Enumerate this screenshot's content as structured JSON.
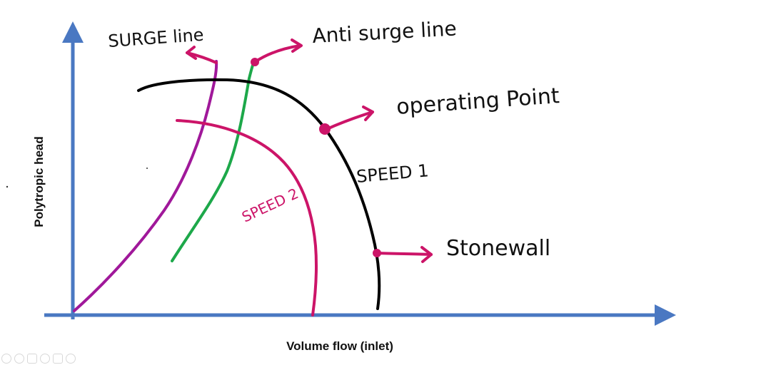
{
  "axes": {
    "y_label": "Polytropic head",
    "x_label": "Volume flow (inlet)"
  },
  "annotations": {
    "surge_line": "SURGE line",
    "anti_surge_line": "Anti surge line",
    "operating_point": "operating Point",
    "speed_1": "SPEED 1",
    "speed_2": "SPEED 2",
    "stonewall": "Stonewall"
  },
  "colors": {
    "axis": "#4a78c2",
    "surge_line": "#a0189a",
    "anti_surge_line": "#1da84a",
    "speed_1": "#000000",
    "speed_2": "#cc1468",
    "arrows": "#cc1468",
    "text": "#111111"
  },
  "toolbar": {
    "icons": [
      "pen-icon",
      "highlighter-icon",
      "eraser-icon",
      "zoom-icon",
      "screen-icon",
      "more-icon"
    ]
  }
}
